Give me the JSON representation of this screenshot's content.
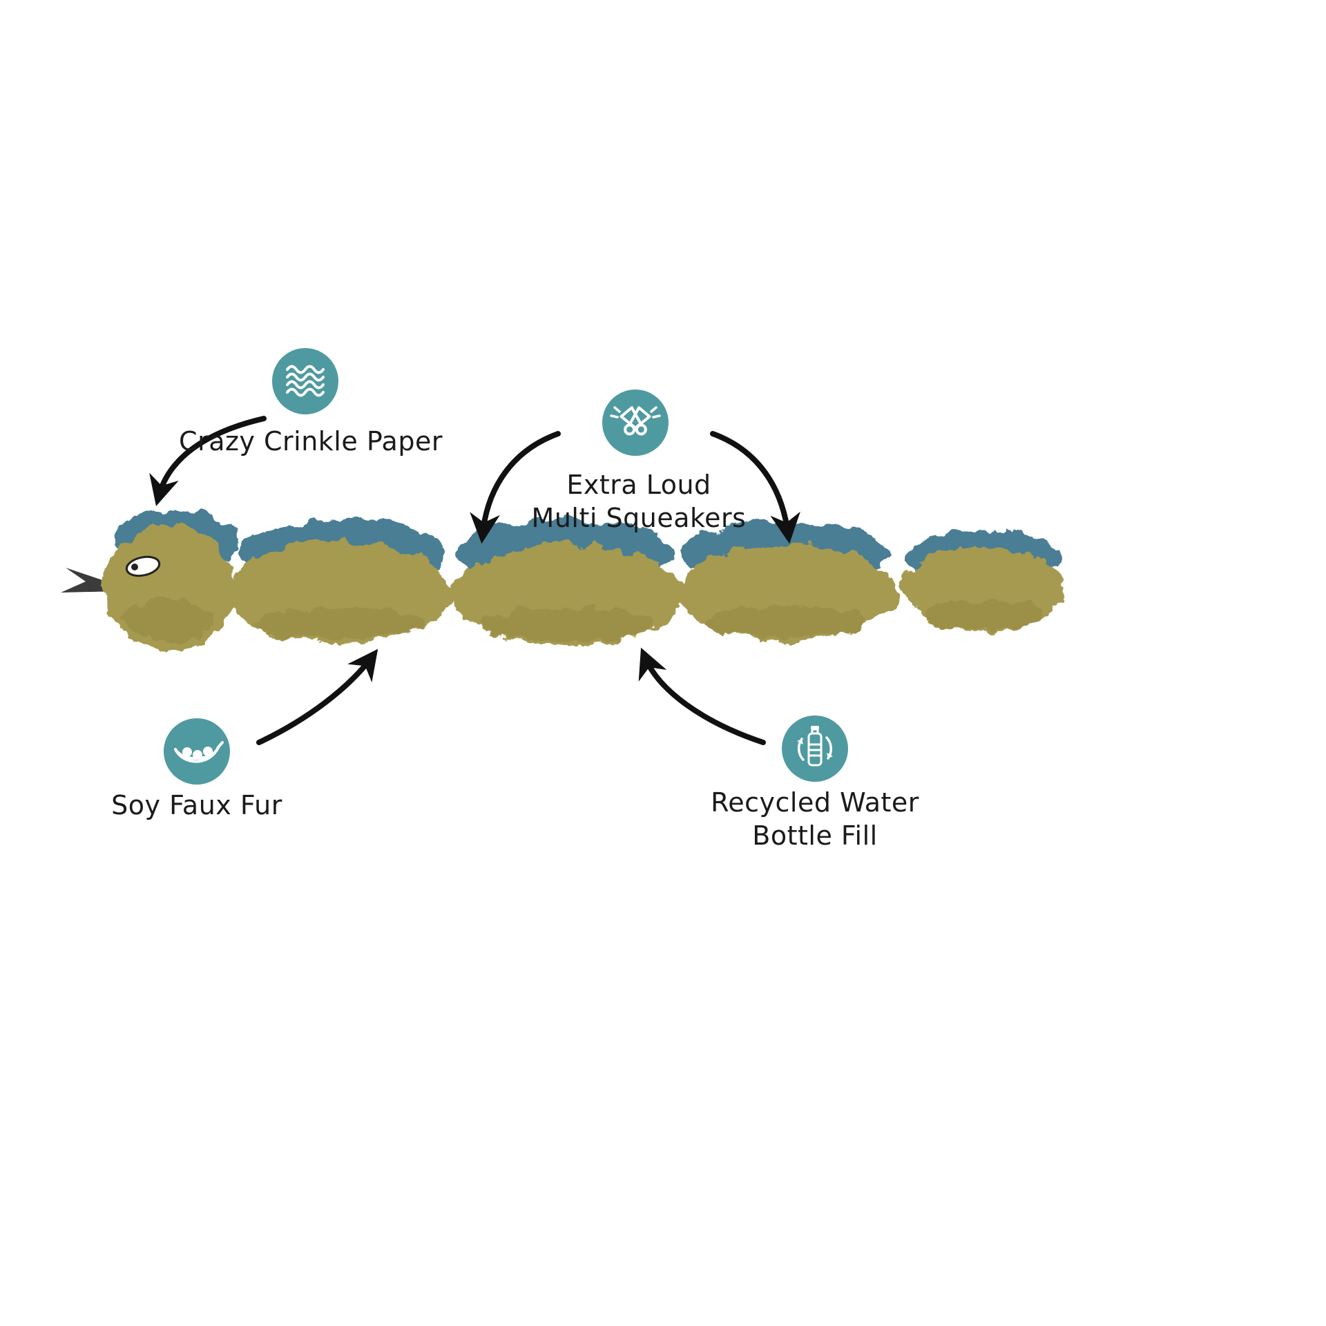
{
  "colors": {
    "page_bg": "#ffffff",
    "badge_teal": "#4f9aa0",
    "icon_white": "#ffffff",
    "arrow_black": "#111111",
    "text_black": "#1a1a1a",
    "snake_olive": "#a59a4f",
    "snake_olive_dark": "#8d7f41",
    "snake_blue": "#4a7e95",
    "snake_tongue": "#3b3b3b"
  },
  "callouts": {
    "crinkle": {
      "label": "Crazy Crinkle Paper",
      "icon": "crinkle-waves-icon"
    },
    "squeakers": {
      "label_line1": "Extra Loud",
      "label_line2": "Multi Squeakers",
      "icon": "crossed-squeakers-icon"
    },
    "soy": {
      "label": "Soy Faux Fur",
      "icon": "pea-pod-icon"
    },
    "recycle": {
      "label_line1": "Recycled Water",
      "label_line2": "Bottle Fill",
      "icon": "water-bottle-recycle-icon"
    }
  }
}
